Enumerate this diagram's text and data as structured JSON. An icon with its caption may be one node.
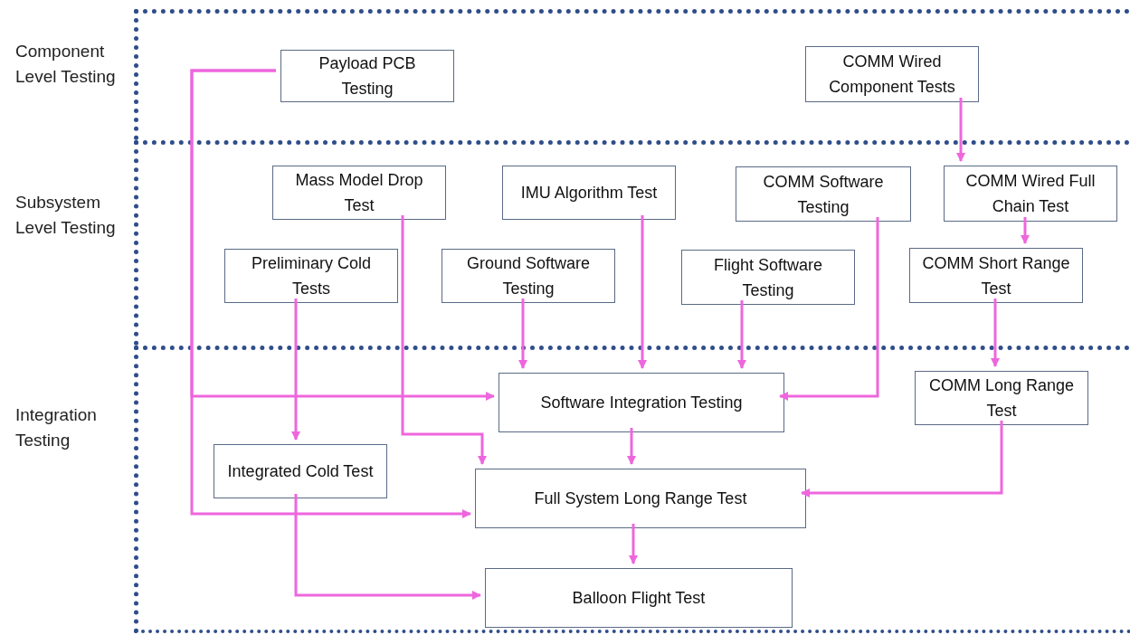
{
  "diagram": {
    "nodes": [
      {
        "text": [
          "Component Level Testing"
        ]
      },
      {
        "text": [
          "Payload PCB Testing"
        ],
        "in": 0
      },
      {
        "text": [
          "COMM Wired Component Tests"
        ],
        "in": 0
      },
      {
        "text": [
          "Subsystem Level Testing"
        ]
      },
      {
        "text": [
          "Mass Model Drop Test"
        ],
        "in": 3
      },
      {
        "text": [
          "IMU Algorithm Test"
        ],
        "in": 3
      },
      {
        "text": [
          "COMM Software Testing"
        ],
        "in": 3
      },
      {
        "text": [
          "COMM Wired Full Chain Test"
        ],
        "in": 3
      },
      {
        "text": [
          "Preliminary Cold Tests"
        ],
        "in": 3
      },
      {
        "text": [
          "Ground Software Testing"
        ],
        "in": 3
      },
      {
        "text": [
          "Flight Software Testing"
        ],
        "in": 3
      },
      {
        "text": [
          "COMM Short Range Test"
        ],
        "in": 3
      },
      {
        "text": [
          "Integration Testing"
        ]
      },
      {
        "text": [
          "Software Integration Testing"
        ],
        "in": 12
      },
      {
        "text": [
          "COMM Long Range Test"
        ],
        "in": 12
      },
      {
        "text": [
          "Integrated Cold Test"
        ],
        "in": 12
      },
      {
        "text": [
          "Full System Long Range Test"
        ],
        "in": 12
      },
      {
        "text": [
          "Balloon Flight Test"
        ],
        "in": 12
      }
    ],
    "edges": [
      {
        "from": 1,
        "to": 13,
        "arrow": "to"
      },
      {
        "from": 1,
        "to": 16,
        "arrow": "to"
      },
      {
        "from": 2,
        "to": 7,
        "arrow": "to"
      },
      {
        "from": 4,
        "to": 16,
        "arrow": "to"
      },
      {
        "from": 5,
        "to": 13,
        "arrow": "to"
      },
      {
        "from": 6,
        "to": 13,
        "arrow": "to"
      },
      {
        "from": 7,
        "to": 11,
        "arrow": "to"
      },
      {
        "from": 8,
        "to": 15,
        "arrow": "to"
      },
      {
        "from": 9,
        "to": 13,
        "arrow": "to"
      },
      {
        "from": 10,
        "to": 13,
        "arrow": "to"
      },
      {
        "from": 11,
        "to": 14,
        "arrow": "to"
      },
      {
        "from": 13,
        "to": 16,
        "arrow": "to"
      },
      {
        "from": 14,
        "to": 16,
        "arrow": "to"
      },
      {
        "from": 15,
        "to": 17,
        "arrow": "to"
      },
      {
        "from": 16,
        "to": 17,
        "arrow": "to"
      }
    ]
  }
}
